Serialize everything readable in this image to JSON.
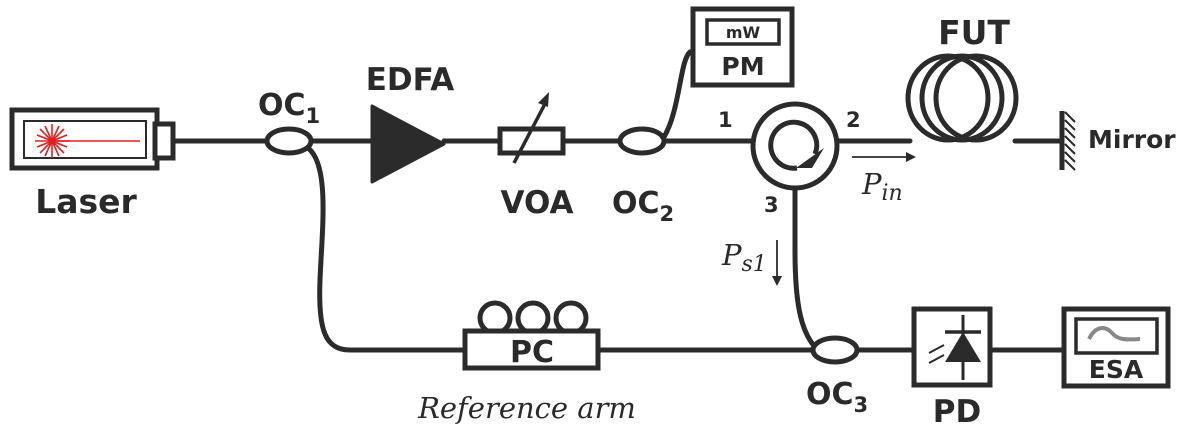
{
  "labels": {
    "laser": "Laser",
    "edfa": "EDFA",
    "voa": "VOA",
    "pm": "PM",
    "pm_unit": "mW",
    "fut": "FUT",
    "mirror": "Mirror",
    "pc": "PC",
    "pd": "PD",
    "esa": "ESA",
    "reference_arm": "Reference arm"
  },
  "couplers": {
    "oc1": {
      "base": "OC",
      "sub": "1"
    },
    "oc2": {
      "base": "OC",
      "sub": "2"
    },
    "oc3": {
      "base": "OC",
      "sub": "3"
    }
  },
  "circulator_ports": {
    "p1": "1",
    "p2": "2",
    "p3": "3"
  },
  "powers": {
    "pin": {
      "base": "P",
      "sub": "in"
    },
    "ps1": {
      "base": "P",
      "sub": "s1"
    }
  },
  "colors": {
    "line": "#2b2b2b",
    "laser_spot": "#e02020",
    "background": "#ffffff"
  }
}
